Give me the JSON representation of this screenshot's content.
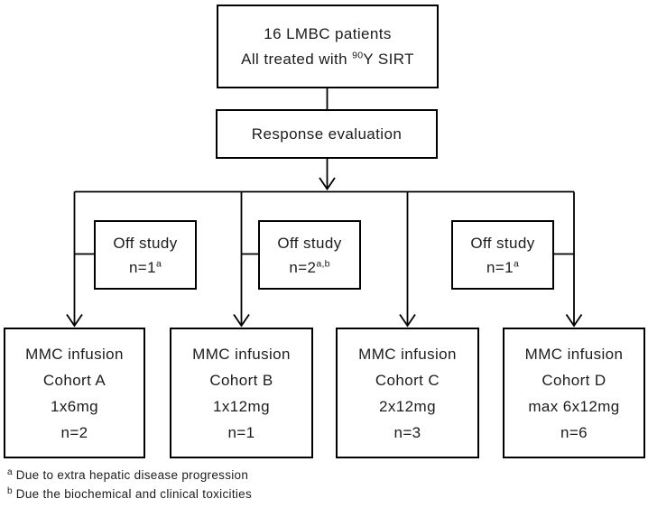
{
  "nodes": {
    "patients": {
      "line1": "16 LMBC patients",
      "line2_before_sup": "All treated with ",
      "line2_sup": "90",
      "line2_after_sup": "Y SIRT"
    },
    "response": {
      "label": "Response evaluation"
    },
    "off_study_1": {
      "title": "Off study",
      "count": "n=1",
      "count_sup": "a"
    },
    "off_study_2": {
      "title": "Off study",
      "count": "n=2",
      "count_sup": "a,b"
    },
    "off_study_3": {
      "title": "Off study",
      "count": "n=1",
      "count_sup": "a"
    },
    "cohort_a": {
      "line1": "MMC infusion",
      "line2": "Cohort A",
      "line3": "1x6mg",
      "line4": "n=2"
    },
    "cohort_b": {
      "line1": "MMC infusion",
      "line2": "Cohort B",
      "line3": "1x12mg",
      "line4": "n=1"
    },
    "cohort_c": {
      "line1": "MMC infusion",
      "line2": "Cohort C",
      "line3": "2x12mg",
      "line4": "n=3"
    },
    "cohort_d": {
      "line1": "MMC infusion",
      "line2": "Cohort D",
      "line3": "max 6x12mg",
      "line4": "n=6"
    }
  },
  "footnotes": [
    {
      "sup": "a",
      "text": "Due to extra hepatic disease progression"
    },
    {
      "sup": "b",
      "text": "Due the biochemical and clinical toxicities"
    }
  ],
  "colors": {
    "line": "#000000",
    "text": "#1c1c1c",
    "background": "#ffffff"
  }
}
